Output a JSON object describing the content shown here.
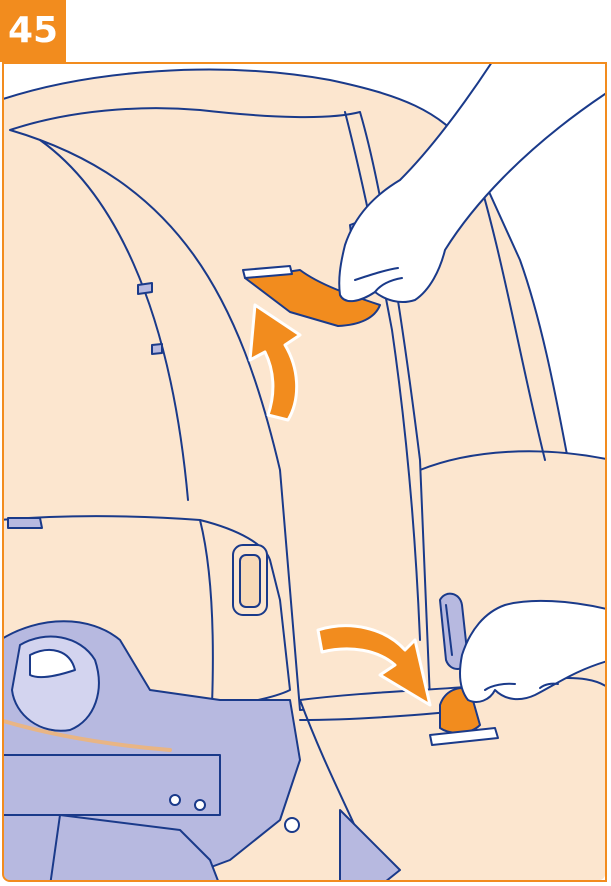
{
  "step": {
    "number": "45"
  },
  "colors": {
    "accent": "#f28c1e",
    "cushion": "#fce6cf",
    "outline": "#1a3a8a",
    "base": "#b7b9e0",
    "skin": "#ffffff"
  },
  "illustration": {
    "subject": "child car seat",
    "actions": [
      "pull-strap-up",
      "push-strap-down-through-slot"
    ]
  }
}
